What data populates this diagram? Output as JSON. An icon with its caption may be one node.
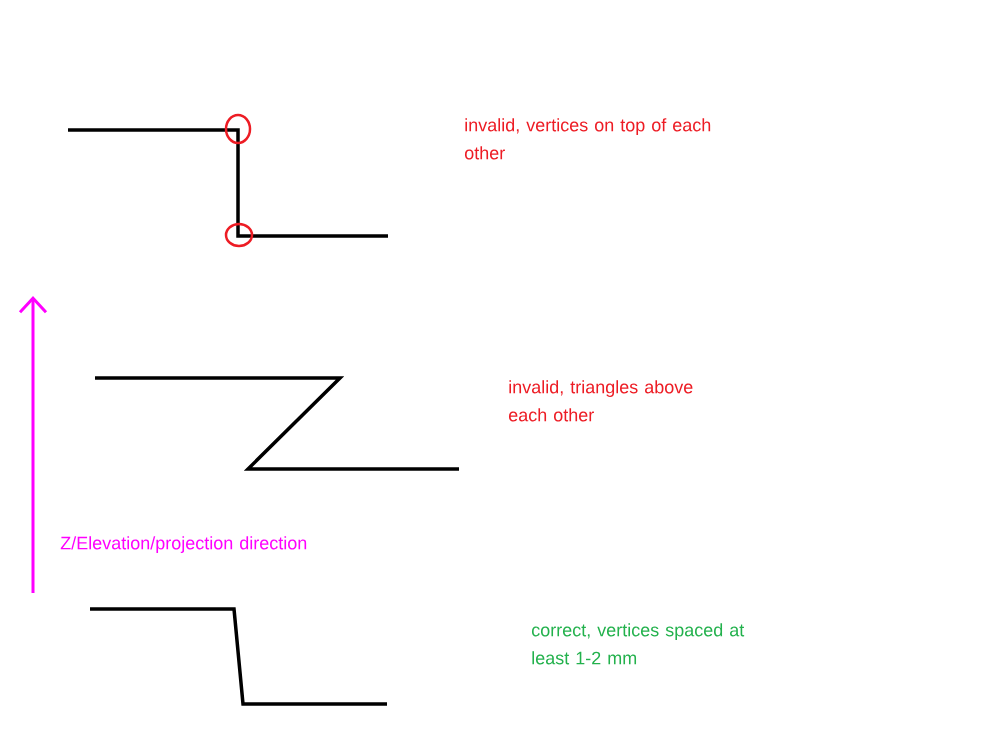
{
  "diagram": {
    "labels": [
      "invalid, vertices on top of each other",
      "invalid, triangles above each other",
      "Z/Elevation/projection direction",
      "correct, vertices spaced at least 1-2 mm"
    ]
  }
}
